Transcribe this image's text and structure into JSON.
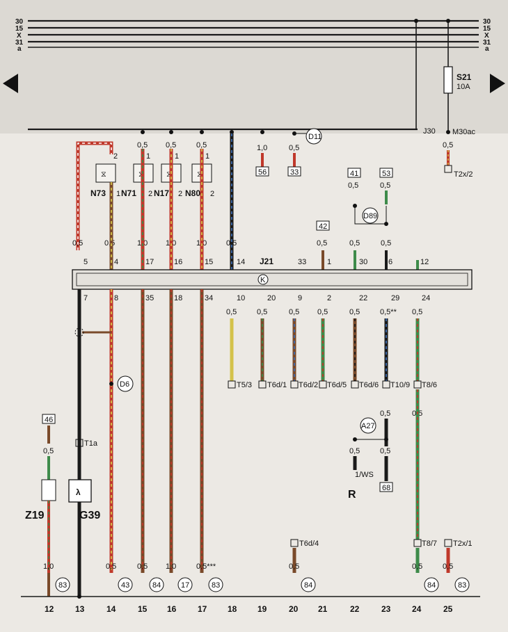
{
  "bus_labels": [
    "30",
    "15",
    "X",
    "31",
    "a"
  ],
  "fuse": {
    "name": "S21",
    "rating": "10A"
  },
  "relay_labels": {
    "j30": "J30",
    "m30ac": "M30ac",
    "t2x2": "T2x/2",
    "t2x1": "T2x/1"
  },
  "connectors": {
    "d11": "D11",
    "d89": "D89",
    "d6": "D6",
    "a27": "A27"
  },
  "control_unit": {
    "name": "J21",
    "marker": "K"
  },
  "refs": {
    "r56": "56",
    "r33": "33",
    "r41": "41",
    "r53": "53",
    "r42": "42",
    "r46": "46",
    "r68": "68"
  },
  "valves": [
    "N73",
    "N71",
    "N17",
    "N80"
  ],
  "valve_pins": {
    "p2": "2",
    "p1": "1"
  },
  "top_pins": [
    "5",
    "4",
    "17",
    "16",
    "15",
    "14",
    "33",
    "1",
    "30",
    "6",
    "12"
  ],
  "bottom_pins": [
    "7",
    "8",
    "35",
    "18",
    "34",
    "10",
    "20",
    "9",
    "2",
    "22",
    "29",
    "24"
  ],
  "upper_sizes": [
    "0,5",
    "0,5",
    "0,5",
    "0,5",
    "0,5",
    "1,0",
    "0,5"
  ],
  "mid_sizes": [
    "0,5",
    "0,5",
    "1,0",
    "1,0",
    "1,0",
    "0,5",
    "0,5",
    "0,5",
    "0,5",
    "0,5"
  ],
  "lower_sizes": [
    "0,5",
    "0,5",
    "0,5",
    "0,5",
    "0,5",
    "0,5",
    "0,5",
    "0,5",
    "0,5",
    "0,5**",
    "0,5"
  ],
  "plugs": [
    "T5/3",
    "T6d/1",
    "T6d/2",
    "T6d/5",
    "T6d/6",
    "T10/9",
    "T8/6",
    "T1a",
    "T6d/4",
    "T8/7",
    "1/WS"
  ],
  "components": {
    "z19": "Z19",
    "g39": "G39",
    "r": "R"
  },
  "bottom_sizes": [
    "1,0",
    "0,5",
    "0,5",
    "1,0",
    "0,5***",
    "0,5",
    "0,5"
  ],
  "ground_refs": [
    "83",
    "43",
    "84",
    "17",
    "83",
    "84",
    "84",
    "83"
  ],
  "columns": [
    "12",
    "13",
    "14",
    "15",
    "16",
    "17",
    "18",
    "19",
    "20",
    "21",
    "22",
    "23",
    "24",
    "25"
  ],
  "colors": {
    "paper": "#ece9e4",
    "bus": "#1a1a1a",
    "red": "#c0392b",
    "yellow": "#d4c24a",
    "green": "#3e8b4a",
    "brown": "#7a4a2a",
    "black": "#1a1a1a"
  }
}
